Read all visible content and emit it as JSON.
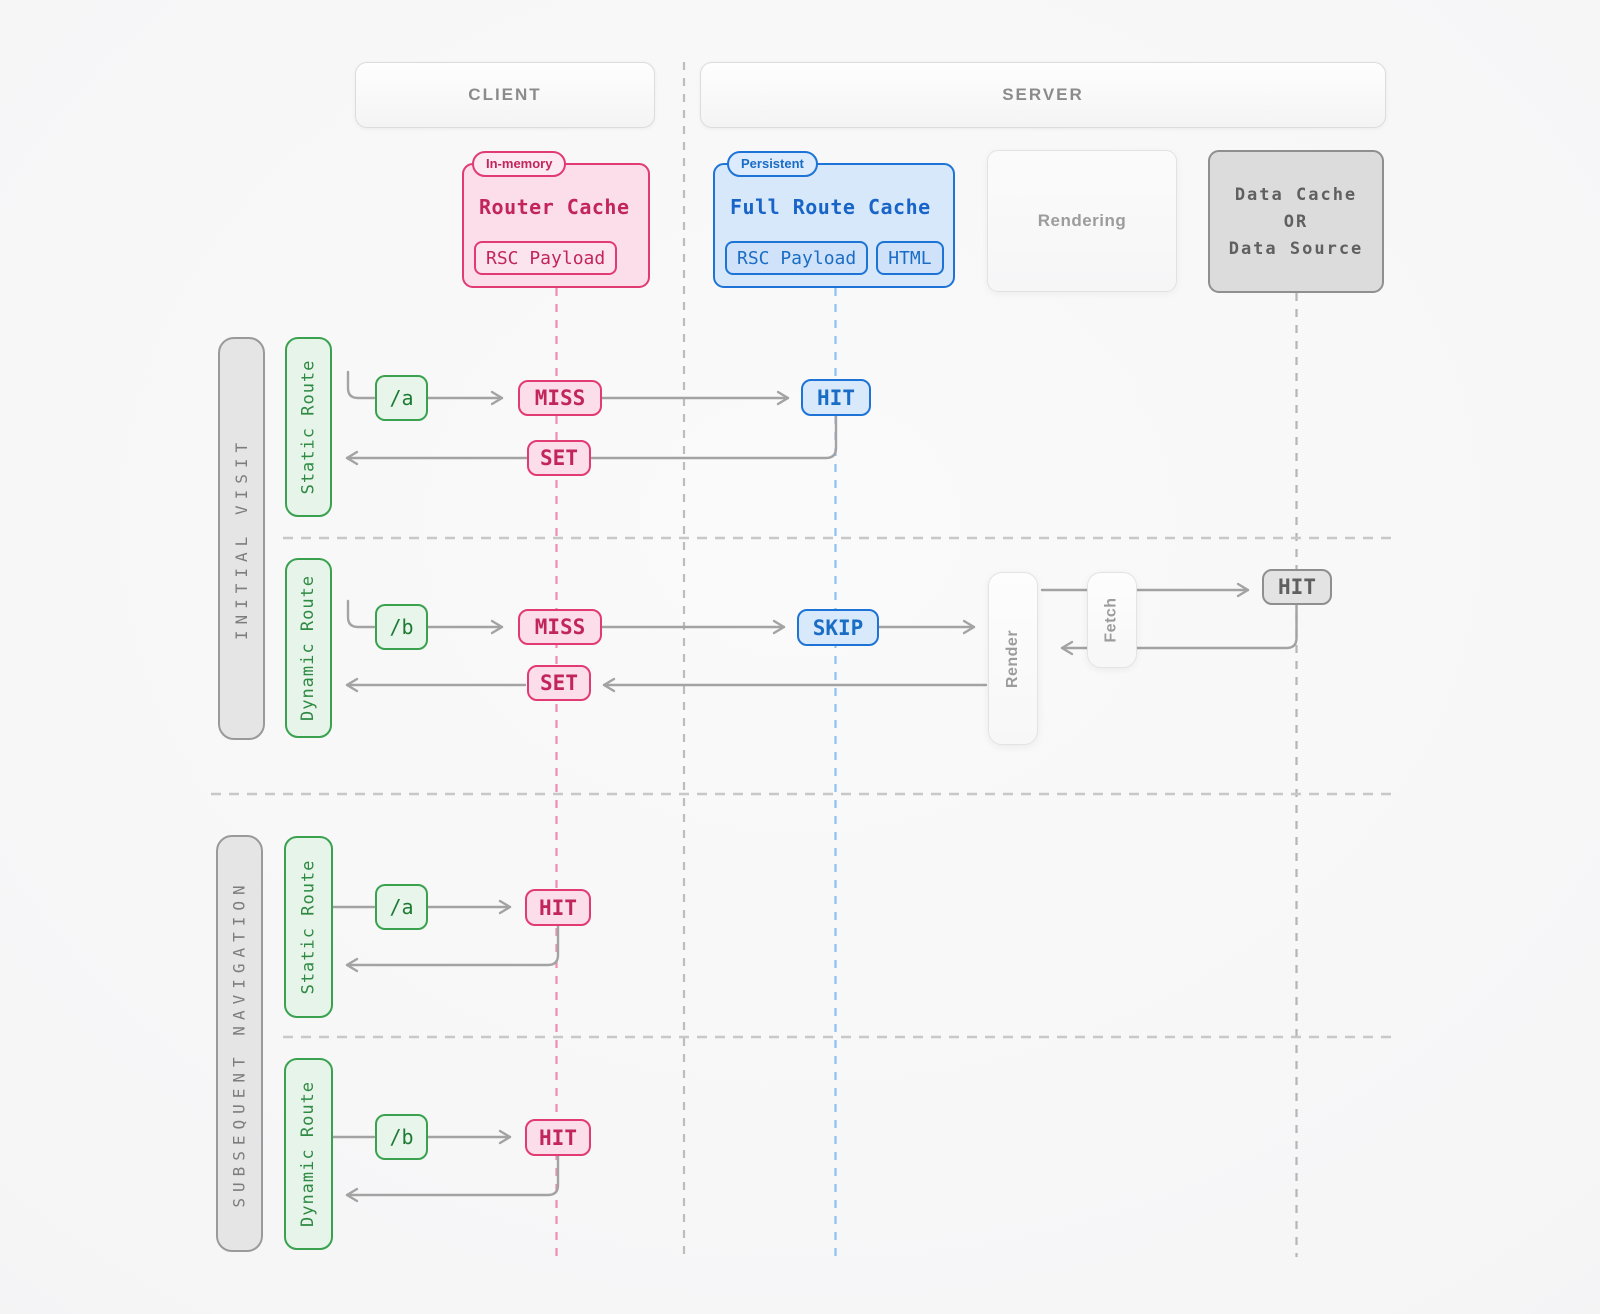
{
  "headers": {
    "client": "CLIENT",
    "server": "SERVER"
  },
  "legend_boxes": {
    "router_cache": {
      "tag": "In-memory",
      "title": "Router Cache",
      "chip_rsc": "RSC Payload"
    },
    "full_route_cache": {
      "tag": "Persistent",
      "title": "Full Route Cache",
      "chip_rsc": "RSC Payload",
      "chip_html": "HTML"
    },
    "rendering": {
      "title": "Rendering"
    },
    "data_cache": {
      "line1": "Data Cache",
      "line2": "OR",
      "line3": "Data Source"
    }
  },
  "sections": {
    "initial_visit": "INITIAL VISIT",
    "subsequent_navigation": "SUBSEQUENT NAVIGATION"
  },
  "route_labels": {
    "static_initial": "Static Route",
    "dynamic_initial": "Dynamic Route",
    "static_subsequent": "Static Route",
    "dynamic_subsequent": "Dynamic Route"
  },
  "flows": {
    "initial_static": {
      "request": "/a",
      "router_cache_result": "MISS",
      "full_route_cache_result": "HIT",
      "router_cache_write": "SET"
    },
    "initial_dynamic": {
      "request": "/b",
      "router_cache_result": "MISS",
      "full_route_cache_result": "SKIP",
      "render_label": "Render",
      "fetch_label": "Fetch",
      "data_result": "HIT",
      "router_cache_write": "SET"
    },
    "subsequent_static": {
      "request": "/a",
      "router_cache_result": "HIT"
    },
    "subsequent_dynamic": {
      "request": "/b",
      "router_cache_result": "HIT"
    }
  },
  "colors": {
    "pink_accent": "#e23a72",
    "pink_text": "#c2255c",
    "pink_fill": "#fbdeea",
    "pink_lifeline": "#f08bb4",
    "blue_accent": "#1d74d6",
    "blue_text": "#1a6dc4",
    "blue_fill": "#d9e9fc",
    "blue_lifeline": "#8bc1f6",
    "green_accent": "#3aa24f",
    "green_text": "#1e7a33",
    "green_fill": "#e6f4e9",
    "gray_arrow": "#a3a3a3",
    "gray_lifeline": "#bdbdbd",
    "separator": "#c8c8c8"
  }
}
